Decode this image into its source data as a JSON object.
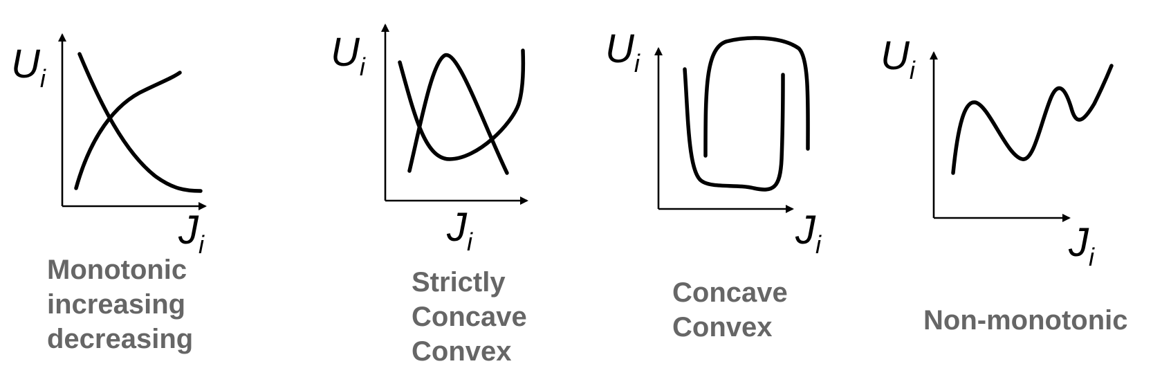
{
  "panels": [
    {
      "id": "monotonic",
      "y_label": "U",
      "y_sub": "i",
      "x_label": "J",
      "x_sub": "i",
      "caption": [
        "Monotonic",
        "increasing",
        "decreasing"
      ]
    },
    {
      "id": "strict",
      "y_label": "U",
      "y_sub": "i",
      "x_label": "J",
      "x_sub": "i",
      "caption": [
        "Strictly",
        "Concave",
        "Convex"
      ]
    },
    {
      "id": "concave-convex",
      "y_label": "U",
      "y_sub": "i",
      "x_label": "J",
      "x_sub": "i",
      "caption": [
        "Concave",
        "Convex"
      ]
    },
    {
      "id": "non-monotonic",
      "y_label": "U",
      "y_sub": "i",
      "x_label": "J",
      "x_sub": "i",
      "caption": [
        "Non-monotonic"
      ]
    }
  ],
  "colors": {
    "curve": "#000000",
    "caption": "#666666"
  }
}
